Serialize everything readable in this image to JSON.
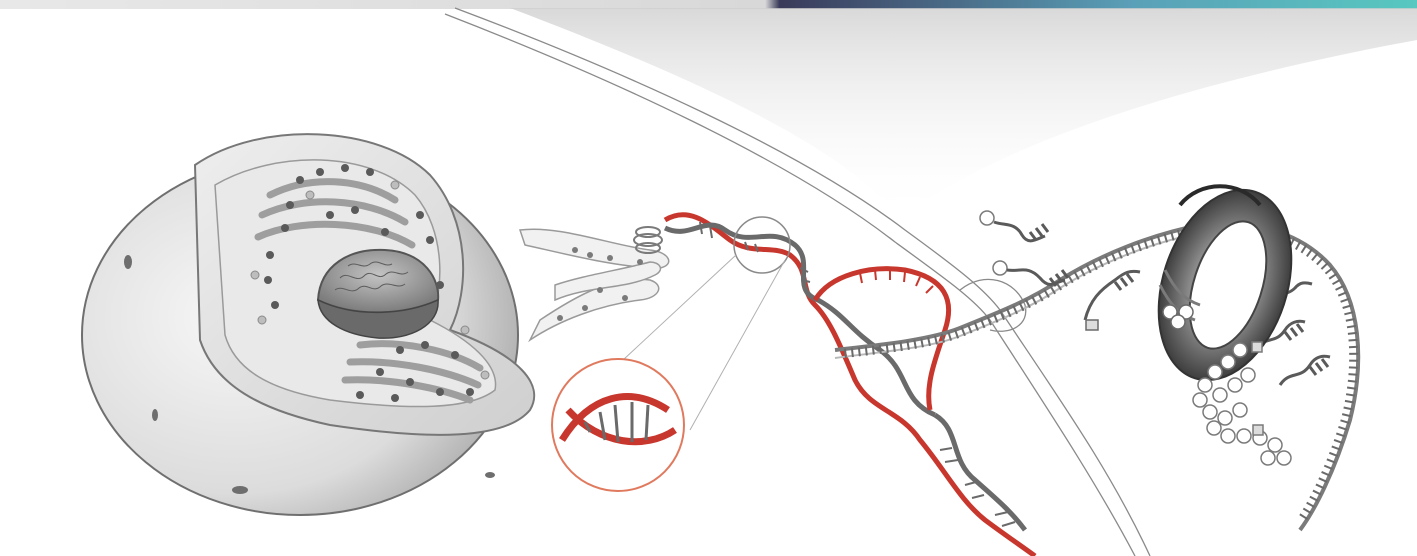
{
  "figure": {
    "subject": "cell-nucleus-to-protein-synthesis-illustration",
    "elements": [
      "cell-nucleus-cutaway",
      "chromosome-fibers",
      "dna-double-helix",
      "dna-magnified-inset",
      "mrna-strand",
      "nuclear-membrane",
      "trna-molecules",
      "ribosome",
      "polypeptide-chain"
    ],
    "colors": {
      "background": "#ffffff",
      "dna_red": "#c8372d",
      "inset_ring": "#e07a5f",
      "gray_dark": "#5a5a5a",
      "gray_mid": "#9a9a9a",
      "gray_light": "#d8d8d8",
      "topbar_left": "#3a3a5a",
      "topbar_right": "#58c8c0"
    },
    "text": []
  }
}
